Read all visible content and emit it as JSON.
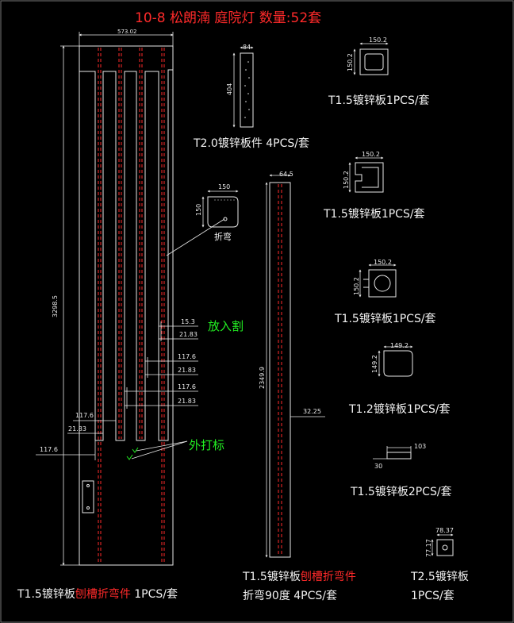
{
  "title": "10-8 松朗湳 庭院灯 数量:52套",
  "colors": {
    "background": "#000000",
    "line": "#e8e8e8",
    "centerline": "#ff2a2a",
    "title": "#ff2a2a",
    "note": "#22ee22"
  },
  "notes": {
    "insert_cut": "放入割",
    "outer_mark": "外打标",
    "fold": "折弯"
  },
  "dimensions": {
    "width_top": "573.02",
    "height_total": "3298.5",
    "slot_a": "117.6",
    "slot_b": "21.83",
    "slot_c": "15.3",
    "slot_left": "117.6",
    "plate_w": "84",
    "plate_h": "404",
    "bracket_w": "150",
    "bracket_h": "150",
    "strip_w": "64.5",
    "strip_h": "2349.9",
    "strip_offset": "32.25",
    "sq_w": "150.2",
    "sq_h": "150.2",
    "small_w": "149.2",
    "small_h": "149.2",
    "bar_w": "103",
    "bar_h": "30",
    "tiny_w": "78.37",
    "tiny_h": "77.17"
  },
  "captions": {
    "main_part_a": "T1.5镀锌板",
    "main_part_b": "刨槽折弯件",
    "main_part_c": " 1PCS/套",
    "plate": "T2.0镀锌板件 4PCS/套",
    "strip_a": "T1.5镀锌板",
    "strip_b": "刨槽折弯件",
    "strip_line2": "折弯90度 4PCS/套",
    "sq1": "T1.5镀锌板1PCS/套",
    "sq2": "T1.5镀锌板1PCS/套",
    "sq3": "T1.5镀锌板1PCS/套",
    "sq4": "T1.2镀锌板1PCS/套",
    "bar": "T1.5镀锌板2PCS/套",
    "tiny_line1": "T2.5镀锌板",
    "tiny_line2": "1PCS/套"
  }
}
